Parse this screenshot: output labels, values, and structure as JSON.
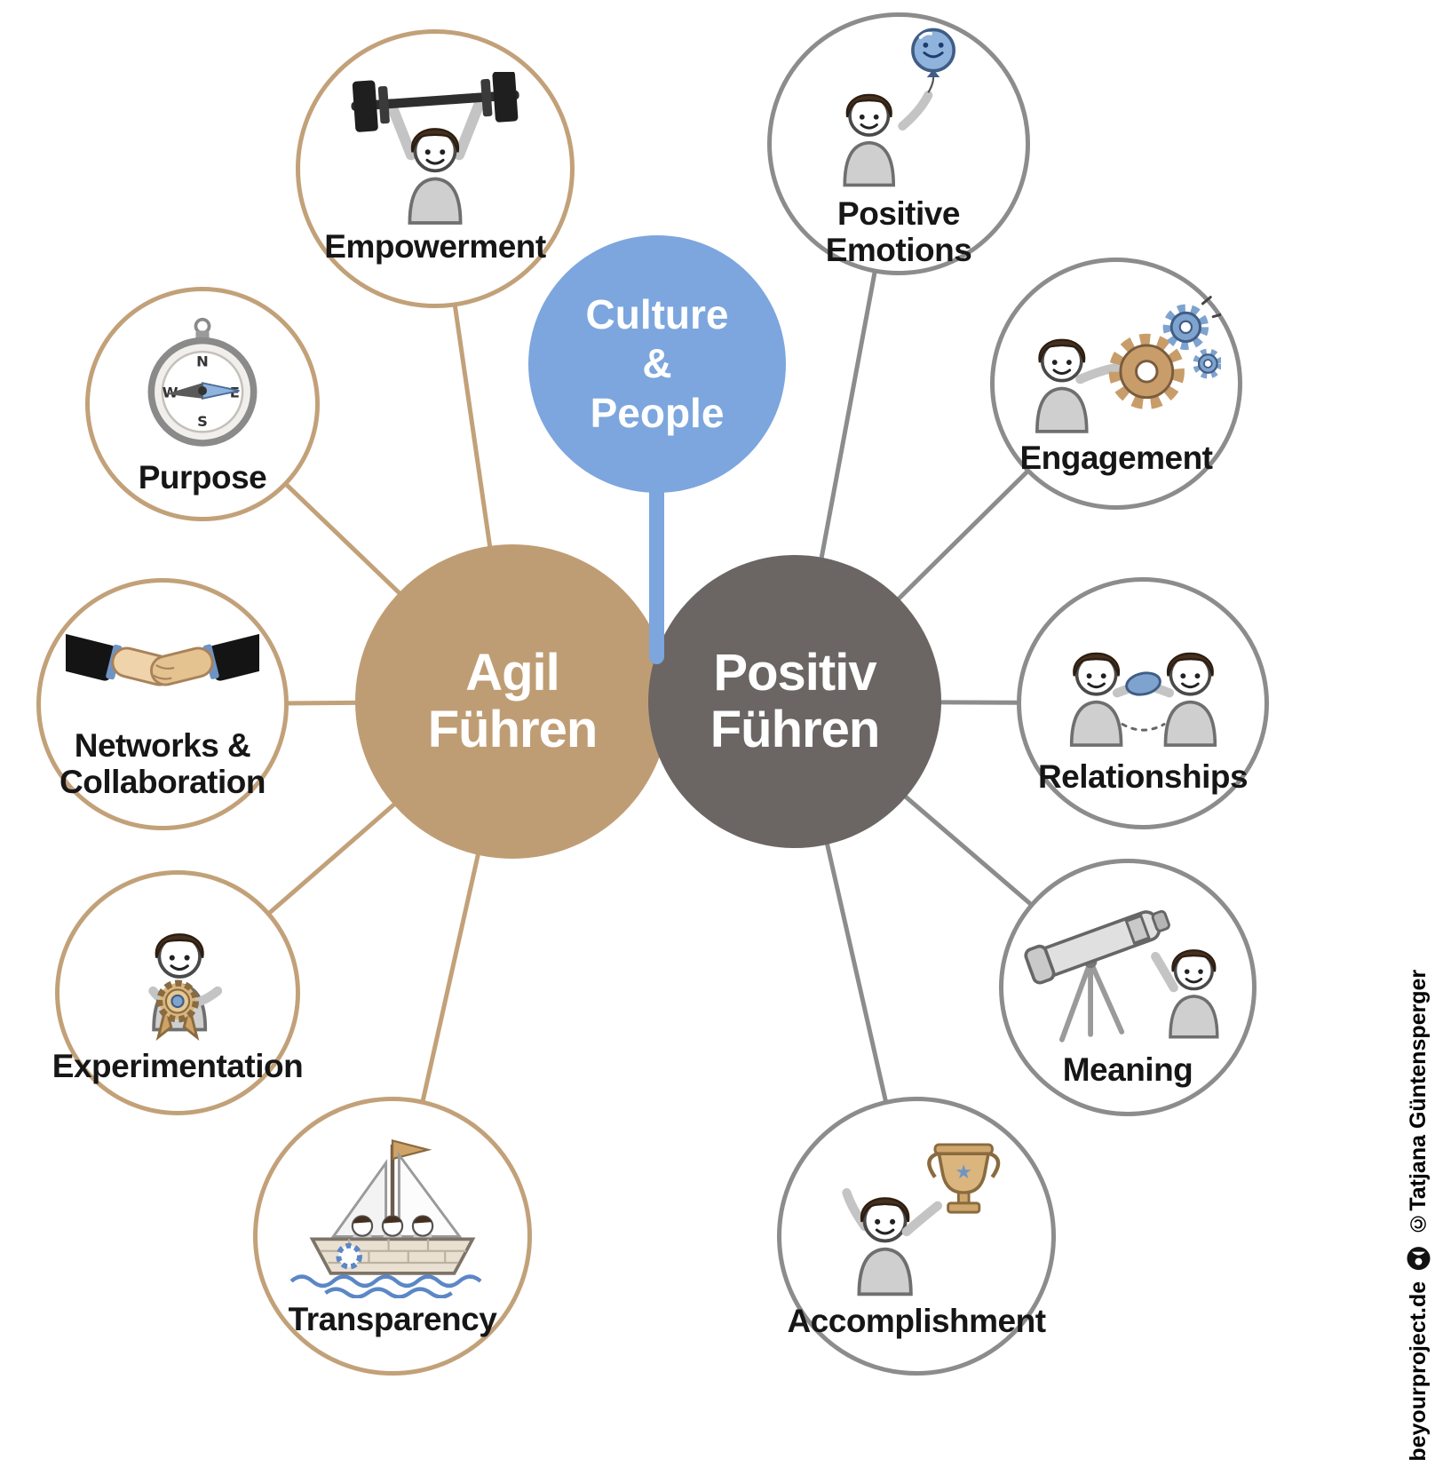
{
  "colors": {
    "blue": "#7ca6dd",
    "tan": "#bf9d74",
    "tan_ring": "#c2a179",
    "gray": "#6b6663",
    "gray_ring": "#8c8c8c",
    "label_text": "#161616",
    "hub_text": "#ffffff"
  },
  "center": {
    "label": "Culture\n&\nPeople"
  },
  "hubs": [
    {
      "id": "agil",
      "label": "Agil\nFühren",
      "color": "#bf9d74"
    },
    {
      "id": "positiv",
      "label": "Positiv\nFühren",
      "color": "#6b6663"
    }
  ],
  "satellites": [
    {
      "id": "empowerment",
      "hub": "agil",
      "label": "Empowerment",
      "icon": "weightlifter-icon"
    },
    {
      "id": "purpose",
      "hub": "agil",
      "label": "Purpose",
      "icon": "compass-icon"
    },
    {
      "id": "networks",
      "hub": "agil",
      "label": "Networks & Collaboration",
      "icon": "handshake-icon"
    },
    {
      "id": "experimentation",
      "hub": "agil",
      "label": "Experimentation",
      "icon": "award-ribbon-icon"
    },
    {
      "id": "transparency",
      "hub": "agil",
      "label": "Transparency",
      "icon": "sailboat-icon"
    },
    {
      "id": "positive-emotions",
      "hub": "positiv",
      "label": "Positive Emotions",
      "icon": "balloon-person-icon"
    },
    {
      "id": "engagement",
      "hub": "positiv",
      "label": "Engagement",
      "icon": "gears-person-icon"
    },
    {
      "id": "relationships",
      "hub": "positiv",
      "label": "Relationships",
      "icon": "people-handshake-icon"
    },
    {
      "id": "meaning",
      "hub": "positiv",
      "label": "Meaning",
      "icon": "telescope-person-icon"
    },
    {
      "id": "accomplishment",
      "hub": "positiv",
      "label": "Accomplishment",
      "icon": "trophy-person-icon"
    }
  ],
  "footer": {
    "site": "beyourproject.de",
    "credit": "©Tatjana Güntensperger"
  }
}
